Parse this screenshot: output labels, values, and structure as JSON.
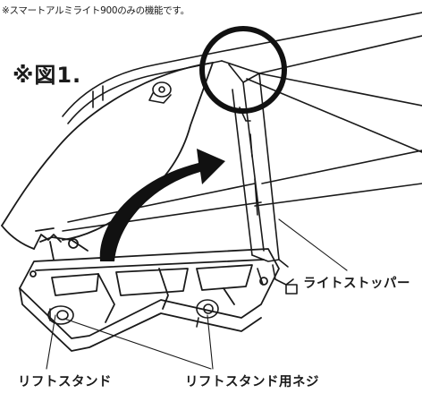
{
  "header_note": "※スマートアルミライト900のみの機能です。",
  "figure_label": "※図1.",
  "callouts": {
    "light_stopper": "ライトストッパー",
    "lift_stand": "リフトスタンド",
    "lift_stand_screw": "リフトスタンド用ネジ"
  },
  "colors": {
    "line": "#1a1a1a",
    "arrow": "#111111",
    "highlight_circle": "#111111",
    "background": "#ffffff"
  }
}
